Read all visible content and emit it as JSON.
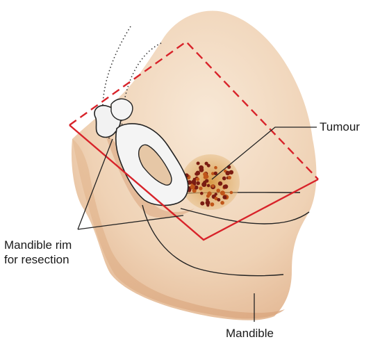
{
  "labels": {
    "tumour": "Tumour",
    "rim_line1": "Mandible rim",
    "rim_line2": "for resection",
    "mandible": "Mandible"
  },
  "colors": {
    "skin_light": "#f6e3cf",
    "skin_mid": "#e9c3a0",
    "skin_dark": "#d9a47c",
    "resection_outline": "#d8232a",
    "tumour_base": "#d59a4c",
    "tumour_dot_dark": "#7a1c12",
    "tumour_dot_light": "#c0561a",
    "bone": "#f4f4f4",
    "outline": "#222222"
  }
}
